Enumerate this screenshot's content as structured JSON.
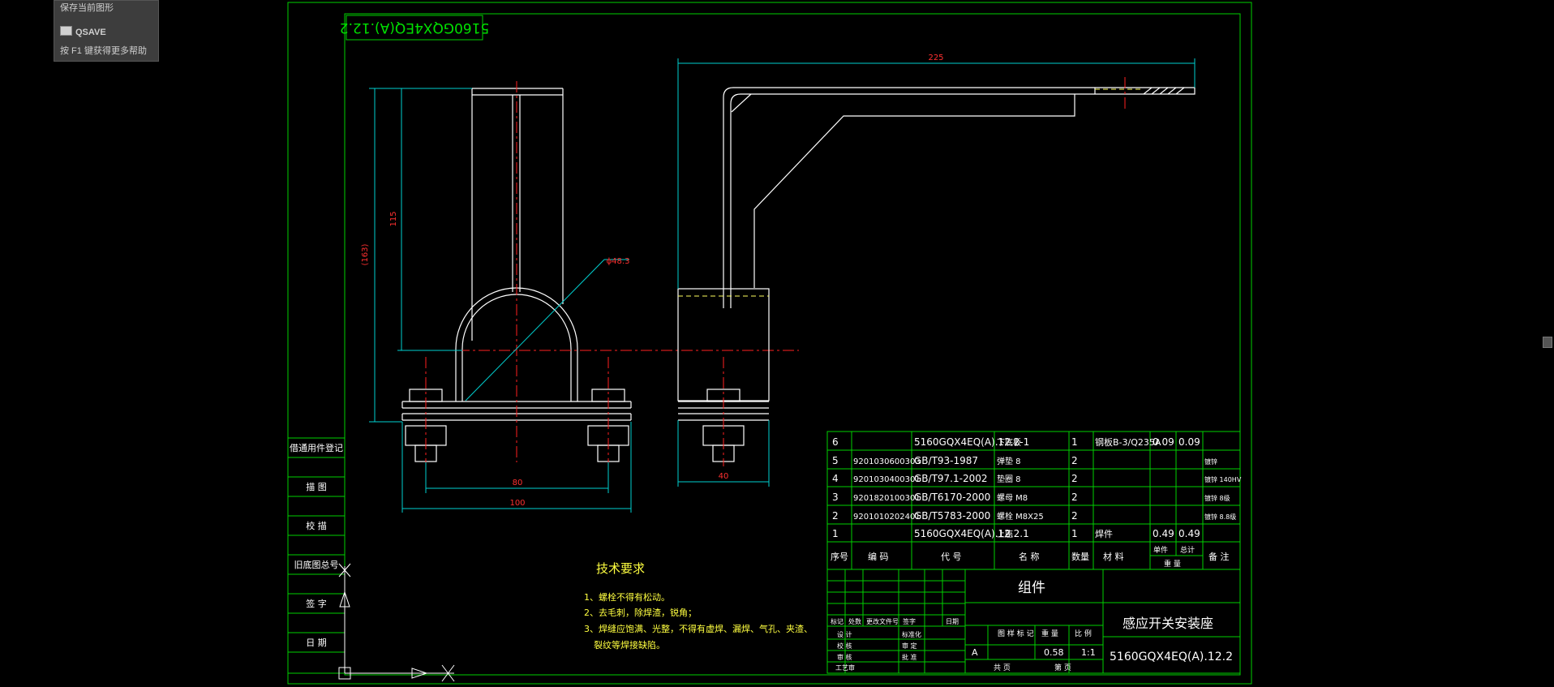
{
  "tooltip": {
    "line1": "保存当前图形",
    "command": "QSAVE",
    "help": "按 F1 键获得更多帮助"
  },
  "drawing": {
    "rotated_code": "5160GQX4EQ(A).12.2",
    "dims": {
      "d225": "225",
      "d115": "115",
      "d163": "(163)",
      "d48": "ϕ48.3",
      "d80": "80",
      "d100": "100",
      "d40": "40"
    },
    "tech": {
      "title": "技术要求",
      "items": [
        "1、螺栓不得有松动。",
        "2、去毛刺，除焊渣，锐角；",
        "3、焊缝应饱满、光整，不得有虚焊、漏焊、气孔、夹渣、",
        "裂纹等焊接缺陷。"
      ]
    },
    "side_labels": [
      "借通用件登记",
      "描 图",
      "校 描",
      "旧底图总号",
      "签 字",
      "日 期"
    ],
    "bom": [
      {
        "no": "6",
        "code": "",
        "ref": "5160GQX4EQ(A).12.2-1",
        "name": "下底板",
        "qty": "1",
        "mat": "钢板B-3/Q235A",
        "w1": "0.09",
        "w2": "0.09",
        "note": ""
      },
      {
        "no": "5",
        "code": "9201030600303",
        "ref": "GB/T93-1987",
        "name": "弹垫 8",
        "qty": "2",
        "mat": "",
        "w1": "",
        "w2": "",
        "note": "镀锌"
      },
      {
        "no": "4",
        "code": "9201030400301",
        "ref": "GB/T97.1-2002",
        "name": "垫圈 8",
        "qty": "2",
        "mat": "",
        "w1": "",
        "w2": "",
        "note": "镀锌 140HV"
      },
      {
        "no": "3",
        "code": "9201820100301",
        "ref": "GB/T6170-2000",
        "name": "螺母 M8",
        "qty": "2",
        "mat": "",
        "w1": "",
        "w2": "",
        "note": "镀锌 8级"
      },
      {
        "no": "2",
        "code": "9201010202401",
        "ref": "GB/T5783-2000",
        "name": "螺栓 M8X25",
        "qty": "2",
        "mat": "",
        "w1": "",
        "w2": "",
        "note": "镀锌 8.8级"
      },
      {
        "no": "1",
        "code": "",
        "ref": "5160GQX4EQ(A).12.2.1",
        "name": "上座",
        "qty": "1",
        "mat": "焊件",
        "w1": "0.49",
        "w2": "0.49",
        "note": ""
      }
    ],
    "bom_header": {
      "no": "序号",
      "code": "编 码",
      "ref": "代 号",
      "name": "名 称",
      "qty": "数量",
      "mat": "材 料",
      "unit": "单件",
      "total": "总计",
      "weight": "重 量",
      "note": "备 注"
    },
    "title_block": {
      "group": "组件",
      "part_name": "感应开关安装座",
      "drawing_no": "5160GQX4EQ(A).12.2",
      "stage": "A",
      "weight": "0.58",
      "scale": "1:1",
      "stage_label": "图 样 标 记",
      "weight_label": "重 量",
      "scale_label": "比 例",
      "sheet_a": "共 页",
      "sheet_b": "第 页",
      "col_label": "标记",
      "col_count": "处数",
      "col_file": "更改文件号",
      "col_sign": "签字",
      "col_date": "日期",
      "labels": [
        "设 计",
        "标准化",
        "校 核",
        "审 定",
        "审 核",
        "批 准",
        "工艺审"
      ]
    }
  }
}
